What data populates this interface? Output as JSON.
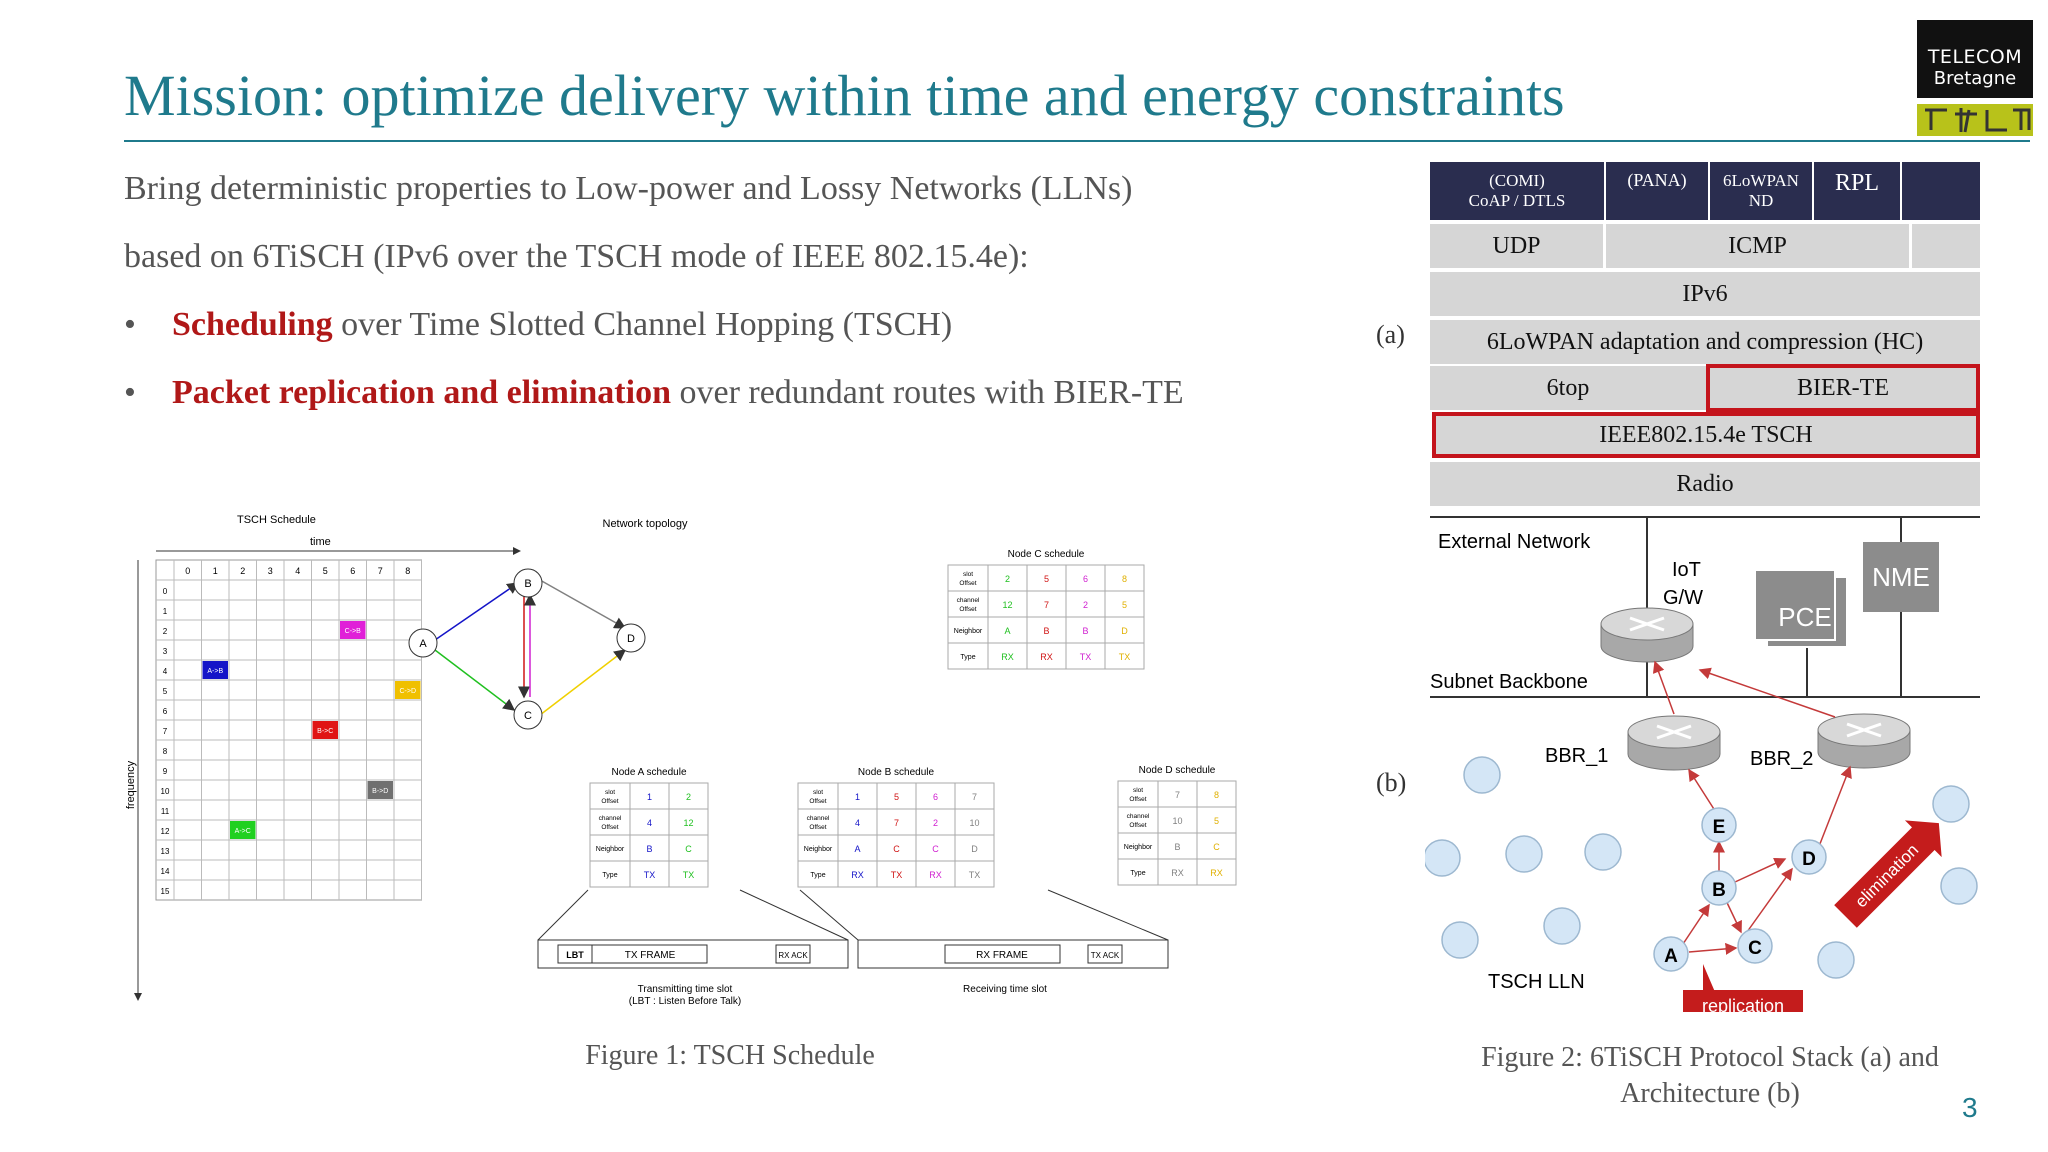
{
  "title": "Mission: optimize delivery within time and energy constraints",
  "logo": {
    "line1": "TELECOM",
    "line2": "Bretagne"
  },
  "intro": {
    "line1": "Bring deterministic properties to Low-power and Lossy Networks (LLNs)",
    "line2": "based on 6TiSCH (IPv6 over the TSCH mode of  IEEE 802.15.4e):"
  },
  "bullets": [
    {
      "marker": "•",
      "highlight": "Scheduling",
      "rest": " over Time Slotted Channel Hopping (TSCH)"
    },
    {
      "marker": "•",
      "highlight": "Packet replication and elimination",
      "rest": " over redundant routes with BIER-TE"
    }
  ],
  "figure1": {
    "caption": "Figure 1: TSCH Schedule",
    "grid_title": "TSCH Schedule",
    "time_label": "time",
    "freq_label": "frequency",
    "time_cols": [
      "0",
      "1",
      "2",
      "3",
      "4",
      "5",
      "6",
      "7",
      "8"
    ],
    "freq_rows": [
      "0",
      "1",
      "2",
      "3",
      "4",
      "5",
      "6",
      "7",
      "8",
      "9",
      "10",
      "11",
      "12",
      "13",
      "14",
      "15"
    ],
    "cells": [
      {
        "label": "C->B",
        "col": 6,
        "row": 2,
        "color": "#e020d8"
      },
      {
        "label": "A->B",
        "col": 1,
        "row": 4,
        "color": "#1414c8"
      },
      {
        "label": "C->D",
        "col": 8,
        "row": 5,
        "color": "#f0c000"
      },
      {
        "label": "B->C",
        "col": 5,
        "row": 7,
        "color": "#e01414"
      },
      {
        "label": "B->D",
        "col": 7,
        "row": 10,
        "color": "#707070"
      },
      {
        "label": "A->C",
        "col": 2,
        "row": 12,
        "color": "#20d020"
      }
    ],
    "topology_title": "Network topology",
    "nodes": [
      "A",
      "B",
      "C",
      "D"
    ],
    "row_labels": [
      "slot Offset",
      "channel Offset",
      "Neighbor",
      "Type"
    ],
    "nodeC": {
      "title": "Node C schedule",
      "slot": [
        "2",
        "5",
        "6",
        "8"
      ],
      "channel": [
        "12",
        "7",
        "2",
        "5"
      ],
      "neighbor": [
        "A",
        "B",
        "B",
        "D"
      ],
      "type": [
        "RX",
        "RX",
        "TX",
        "TX"
      ],
      "colors": [
        "#20c020",
        "#d01414",
        "#d020d0",
        "#e0b000"
      ]
    },
    "nodeA": {
      "title": "Node A schedule",
      "slot": [
        "1",
        "2"
      ],
      "channel": [
        "4",
        "12"
      ],
      "neighbor": [
        "B",
        "C"
      ],
      "type": [
        "TX",
        "TX"
      ],
      "colors": [
        "#1414c8",
        "#20c020"
      ]
    },
    "nodeB": {
      "title": "Node B schedule",
      "slot": [
        "1",
        "5",
        "6",
        "7"
      ],
      "channel": [
        "4",
        "7",
        "2",
        "10"
      ],
      "neighbor": [
        "A",
        "C",
        "C",
        "D"
      ],
      "type": [
        "RX",
        "TX",
        "RX",
        "TX"
      ],
      "colors": [
        "#1414c8",
        "#d01414",
        "#d020d0",
        "#808080"
      ]
    },
    "nodeD": {
      "title": "Node D schedule",
      "slot": [
        "7",
        "8"
      ],
      "channel": [
        "10",
        "5"
      ],
      "neighbor": [
        "B",
        "C"
      ],
      "type": [
        "RX",
        "RX"
      ],
      "colors": [
        "#808080",
        "#e0b000"
      ]
    },
    "tx_slot": {
      "lbt": "LBT",
      "frame": "TX FRAME",
      "ack": "RX ACK",
      "label1": "Transmitting time slot",
      "label2": "(LBT : Listen Before Talk)"
    },
    "rx_slot": {
      "frame": "RX FRAME",
      "ack": "TX ACK",
      "label": "Receiving time slot"
    }
  },
  "figure2": {
    "caption_line1": "Figure 2: 6TiSCH Protocol Stack (a) and",
    "caption_line2": "Architecture (b)",
    "label_a": "(a)",
    "label_b": "(b)",
    "stack": {
      "top": [
        "(COMI)\nCoAP / DTLS",
        "(PANA)",
        "6LoWPAN\nND",
        "RPL"
      ],
      "udp": "UDP",
      "icmp": "ICMP",
      "ipv6": "IPv6",
      "lowpan": "6LoWPAN adaptation and compression (HC)",
      "sixtop": "6top",
      "bier": "BIER-TE",
      "tsch": "IEEE802.15.4e TSCH",
      "radio": "Radio"
    },
    "arch": {
      "external": "External Network",
      "iot": "IoT",
      "gw": "G/W",
      "nme": "NME",
      "pce": "PCE",
      "subnet": "Subnet Backbone",
      "bbr1": "BBR_1",
      "bbr2": "BBR_2",
      "lln": "TSCH LLN",
      "nodes": [
        "A",
        "B",
        "C",
        "D",
        "E"
      ],
      "replication": "replication",
      "elimination": "elimination"
    }
  },
  "page_number": "3"
}
